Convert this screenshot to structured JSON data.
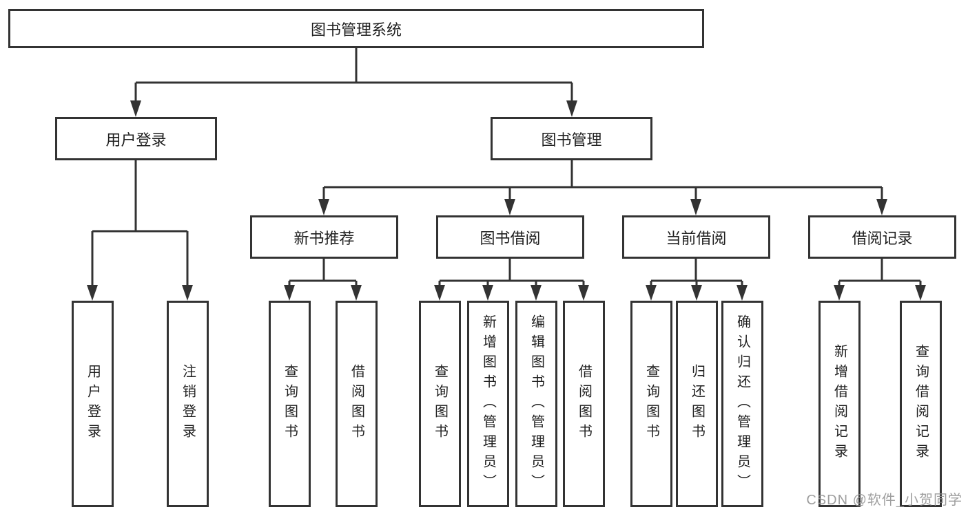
{
  "tree": {
    "root": "图书管理系统",
    "branches": [
      {
        "label": "用户登录",
        "children": [
          {
            "label": "用户登录"
          },
          {
            "label": "注销登录"
          }
        ]
      },
      {
        "label": "图书管理",
        "children": [
          {
            "label": "新书推荐",
            "children": [
              {
                "label": "查询图书"
              },
              {
                "label": "借阅图书"
              }
            ]
          },
          {
            "label": "图书借阅",
            "children": [
              {
                "label": "查询图书"
              },
              {
                "label": "新增图书（管理员）"
              },
              {
                "label": "编辑图书（管理员）"
              },
              {
                "label": "借阅图书"
              }
            ]
          },
          {
            "label": "当前借阅",
            "children": [
              {
                "label": "查询图书"
              },
              {
                "label": "归还图书"
              },
              {
                "label": "确认归还（管理员）"
              }
            ]
          },
          {
            "label": "借阅记录",
            "children": [
              {
                "label": "新增借阅记录"
              },
              {
                "label": "查询借阅记录"
              }
            ]
          }
        ]
      }
    ]
  },
  "watermark": "CSDN @软件_小贺同学",
  "colors": {
    "line": "#333333",
    "text": "#1f1f1f",
    "background": "#ffffff",
    "watermark": "#949494"
  }
}
